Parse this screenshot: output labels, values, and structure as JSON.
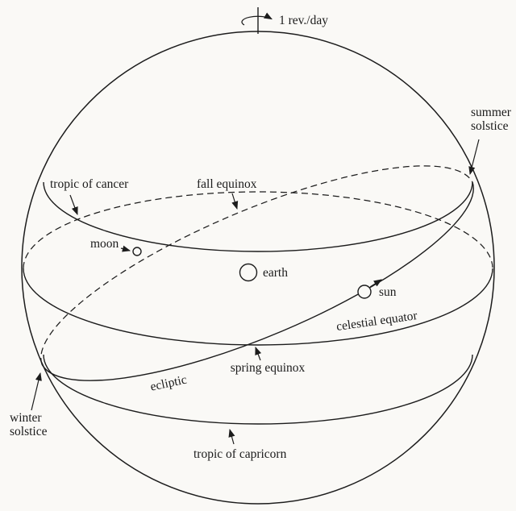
{
  "figure": {
    "subject": "celestial sphere diagram",
    "background_color": "#faf9f6",
    "ink_color": "#1c1c1c"
  },
  "labels": {
    "rotation_rate": "1 rev./day",
    "summer_solstice": [
      "summer",
      "solstice"
    ],
    "winter_solstice": [
      "winter",
      "solstice"
    ],
    "tropic_of_cancer": "tropic of cancer",
    "tropic_of_capricorn": "tropic of capricorn",
    "fall_equinox": "fall equinox",
    "spring_equinox": "spring equinox",
    "celestial_equator": "celestial equator",
    "ecliptic": "ecliptic",
    "moon": "moon",
    "earth": "earth",
    "sun": "sun"
  }
}
